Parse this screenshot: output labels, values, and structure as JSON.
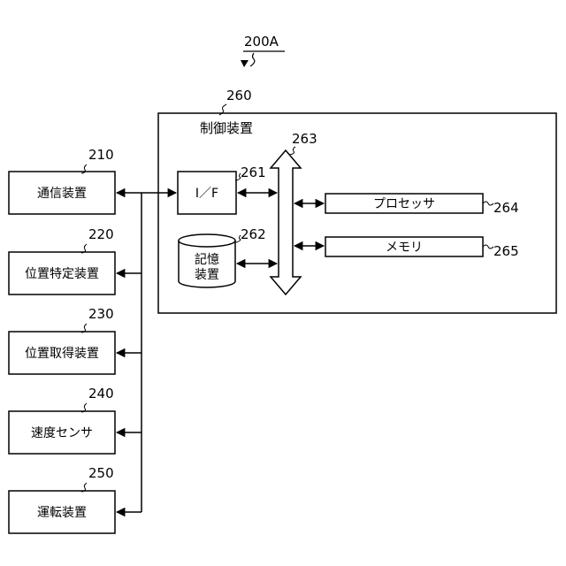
{
  "figure_ref": "200A",
  "controller": {
    "ref": "260",
    "label": "制御装置"
  },
  "left_devices": [
    {
      "ref": "210",
      "label": "通信装置"
    },
    {
      "ref": "220",
      "label": "位置特定装置"
    },
    {
      "ref": "230",
      "label": "位置取得装置"
    },
    {
      "ref": "240",
      "label": "速度センサ"
    },
    {
      "ref": "250",
      "label": "運転装置"
    }
  ],
  "interface": {
    "ref": "261",
    "label": "I／F"
  },
  "storage": {
    "ref": "262",
    "label_line1": "記憶",
    "label_line2": "装置"
  },
  "bus": {
    "ref": "263"
  },
  "processor": {
    "ref": "264",
    "label": "プロセッサ"
  },
  "memory": {
    "ref": "265",
    "label": "メモリ"
  }
}
